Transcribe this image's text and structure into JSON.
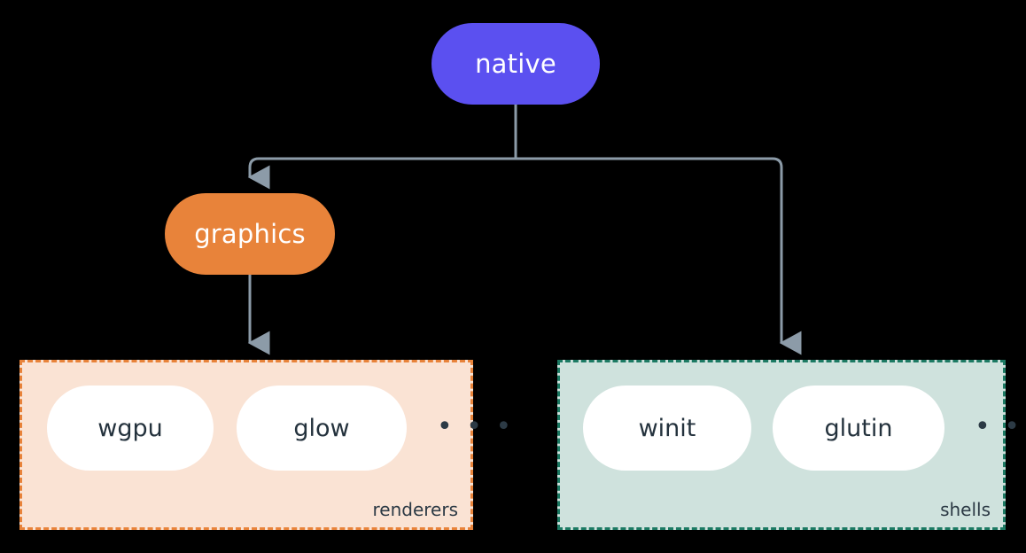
{
  "diagram": {
    "title": "native",
    "root": {
      "label": "native",
      "color": "#5B50F0"
    },
    "branch": {
      "label": "graphics",
      "color": "#E8833A"
    },
    "groups": [
      {
        "id": "renderers",
        "label": "renderers",
        "fill": "#FAE3D4",
        "border_color": "#E8833A",
        "border_style": "dashed",
        "items": [
          {
            "label": "wgpu"
          },
          {
            "label": "glow"
          }
        ],
        "more": "• • •"
      },
      {
        "id": "shells",
        "label": "shells",
        "fill": "#CFE2DD",
        "border_color": "#1C7A63",
        "border_style": "dashed",
        "items": [
          {
            "label": "winit"
          },
          {
            "label": "glutin"
          }
        ],
        "more": "• • •"
      }
    ],
    "edges": {
      "color": "#8C9BA8",
      "arrow_style": "filled-triangle",
      "connections": [
        {
          "from": "native",
          "to": "graphics"
        },
        {
          "from": "native",
          "to": "shells"
        },
        {
          "from": "graphics",
          "to": "renderers"
        }
      ]
    },
    "background": "#000000",
    "text_color_on_node": "#FFFFFF",
    "text_color_on_leaf": "#24323D"
  }
}
